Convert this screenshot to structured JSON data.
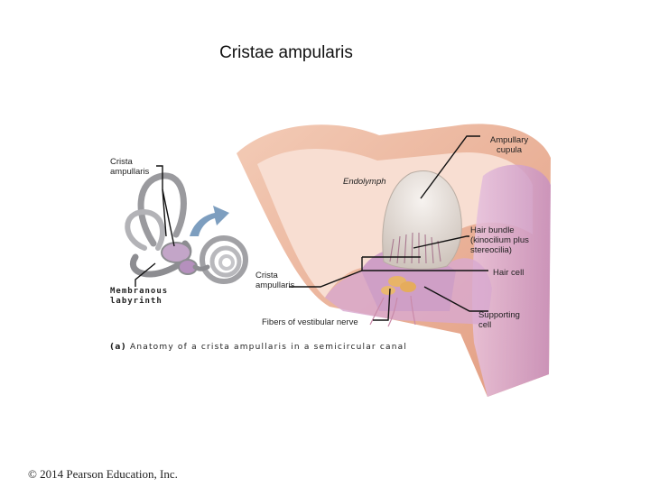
{
  "title": "Cristae ampularis",
  "labels": {
    "ampullary_cupula": "Ampullary cupula",
    "crista_ampullaris_left": "Crista ampullaris",
    "endolymph": "Endolymph",
    "hair_bundle": "Hair bundle (kinocilium plus stereocilia)",
    "hair_cell": "Hair cell",
    "crista_ampullaris_center": "Crista ampullaris",
    "membranous_labyrinth": "Membranous labyrinth",
    "fibers_vestibular_nerve": "Fibers of vestibular nerve",
    "supporting_cell": "Supporting cell"
  },
  "caption": {
    "tag": "(a)",
    "text": "Anatomy of a crista ampullaris in a semicircular canal"
  },
  "copyright": "© 2014 Pearson Education, Inc.",
  "colors": {
    "wall_pink": "#e8a98e",
    "wall_light": "#f6d6c8",
    "inner_purple": "#c99bc4",
    "cupula": "#e9e3df",
    "arrow_blue": "#6f93b8",
    "labyrinth_gray": "#9a9a9e"
  }
}
